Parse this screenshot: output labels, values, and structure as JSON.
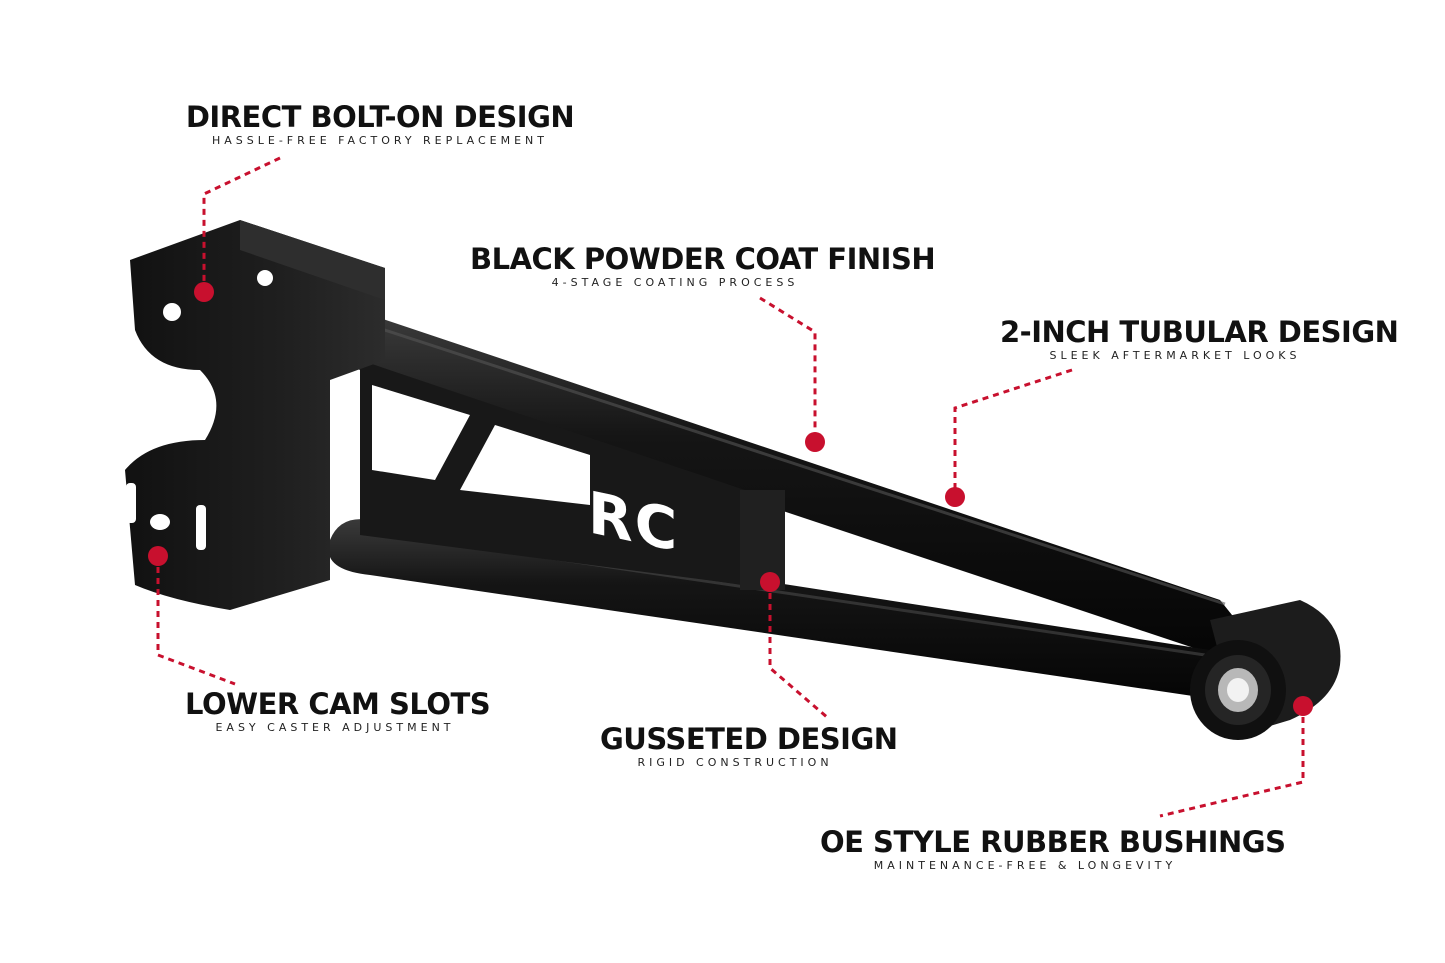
{
  "callouts": [
    {
      "title": "DIRECT BOLT-ON DESIGN",
      "subtitle": "HASSLE-FREE FACTORY REPLACEMENT"
    },
    {
      "title": "BLACK POWDER COAT FINISH",
      "subtitle": "4-STAGE COATING PROCESS"
    },
    {
      "title": "2-INCH TUBULAR DESIGN",
      "subtitle": "SLEEK AFTERMARKET LOOKS"
    },
    {
      "title": "LOWER CAM SLOTS",
      "subtitle": "EASY CASTER ADJUSTMENT"
    },
    {
      "title": "GUSSETED DESIGN",
      "subtitle": "RIGID CONSTRUCTION"
    },
    {
      "title": "OE STYLE RUBBER BUSHINGS",
      "subtitle": "MAINTENANCE-FREE & LONGEVITY"
    }
  ],
  "logo_text": "RC",
  "colors": {
    "accent": "#c8102e",
    "arm": "#1a1a1a",
    "background": "#ffffff",
    "text": "#111111"
  }
}
